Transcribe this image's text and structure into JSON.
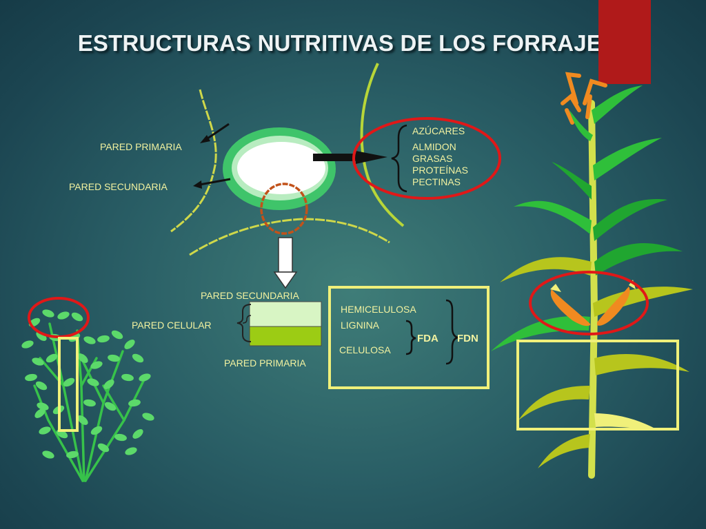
{
  "title": "ESTRUCTURAS NUTRITIVAS DE LOS FORRAJES",
  "cell_labels": {
    "pared_primaria": "PARED PRIMARIA",
    "pared_secundaria": "PARED SECUNDARIA"
  },
  "cell_contents": [
    "AZÚCARES",
    "ALMIDON",
    "GRASAS",
    "PROTEÍNAS",
    "PECTINAS"
  ],
  "wall_labels": {
    "pared_secundaria": "PARED SECUNDARIA",
    "pared_celular": "PARED CELULAR",
    "pared_primaria": "PARED PRIMARIA"
  },
  "fiber": {
    "hemicelulosa": "HEMICELULOSA",
    "lignina": "LIGNINA",
    "celulosa": "CELULOSA",
    "fda": "FDA",
    "fdn": "FDN"
  },
  "colors": {
    "accent_corner": "#b01a1a",
    "highlight_red": "#e01818",
    "highlight_yellow": "#f0f07a",
    "label_text": "#f2f2a0",
    "cell_outer": "#3fc46a",
    "cell_inner_ring": "#b8ecc0",
    "layer_secondary": "#d8f5c4",
    "layer_primary": "#9ccc14",
    "plant_green": "#2fbf3a",
    "plant_yellow_green": "#b7c51d",
    "cob_orange": "#f08a20"
  }
}
